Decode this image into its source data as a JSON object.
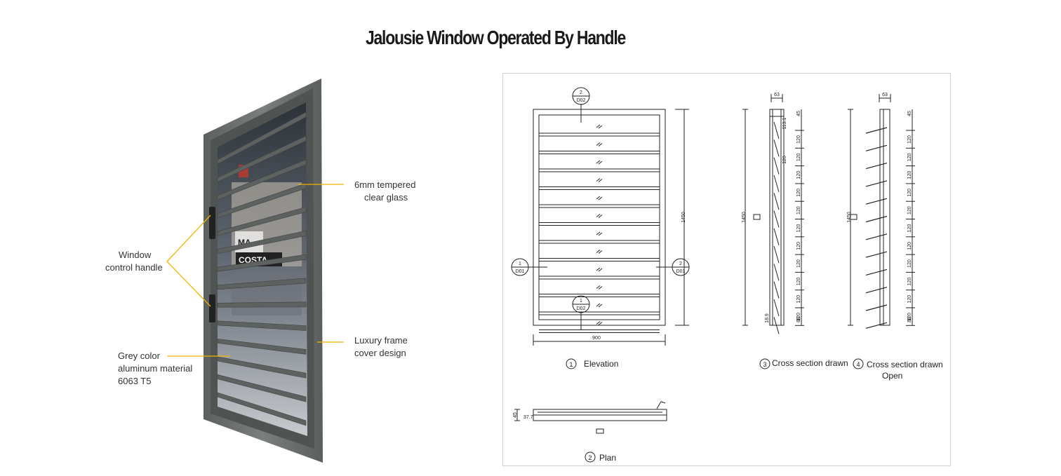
{
  "title": "Jalousie Window Operated By Handle",
  "photo": {
    "labels": {
      "glass_line1": "6mm tempered",
      "glass_line2": "clear glass",
      "handle_line1": "Window",
      "handle_line2": "control handle",
      "frame_line1": "Luxury frame",
      "frame_line2": "cover design",
      "material_line1": "Grey color",
      "material_line2": "aluminum material",
      "material_line3": "6063 T5"
    },
    "signage": {
      "costa": "COSTA",
      "ma": "MA"
    },
    "colors": {
      "frame": "#6d716f",
      "frame_dark": "#4f5351",
      "leader": "#f2b400"
    }
  },
  "drawing": {
    "views": {
      "elevation": {
        "number": "1",
        "label": "Elevation"
      },
      "cross_section": {
        "number": "3",
        "label": "Cross section drawn"
      },
      "cross_section_open": {
        "number": "4",
        "label_line1": "Cross section drawn",
        "label_line2": "Open"
      },
      "plan": {
        "number": "2",
        "label": "Plan"
      }
    },
    "dimensions": {
      "width": "900",
      "height": "1450",
      "depth": "63",
      "pitch": "120",
      "top_offset": "45",
      "bottom_offset": "88",
      "first_pitch": "113.1",
      "bottom_small": "18.9",
      "plan_depth": "37.7",
      "plan_height": "45"
    },
    "markers": {
      "top": {
        "num": "2",
        "ref": "D02"
      },
      "left": {
        "num": "1",
        "ref": "D01"
      },
      "right": {
        "num": "2",
        "ref": "D01"
      },
      "bottom": {
        "num": "1",
        "ref": "D02"
      }
    }
  }
}
